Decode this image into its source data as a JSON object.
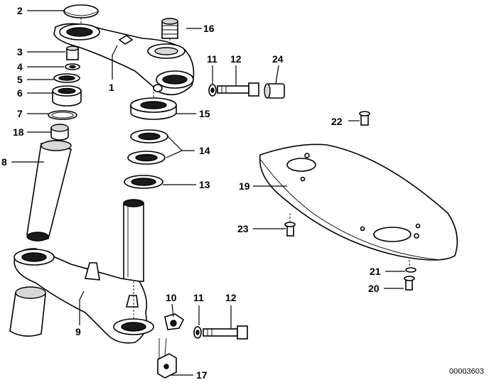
{
  "diagram": {
    "callouts": {
      "c1": "1",
      "c2": "2",
      "c3": "3",
      "c4": "4",
      "c5": "5",
      "c6": "6",
      "c7": "7",
      "c8": "8",
      "c9": "9",
      "c10": "10",
      "c11a": "11",
      "c11b": "11",
      "c12a": "12",
      "c12b": "12",
      "c13": "13",
      "c14": "14",
      "c15": "15",
      "c16": "16",
      "c17": "17",
      "c18": "18",
      "c19": "19",
      "c20": "20",
      "c21": "21",
      "c22": "22",
      "c23": "23",
      "c24": "24"
    },
    "drawing_number": "00003603"
  }
}
